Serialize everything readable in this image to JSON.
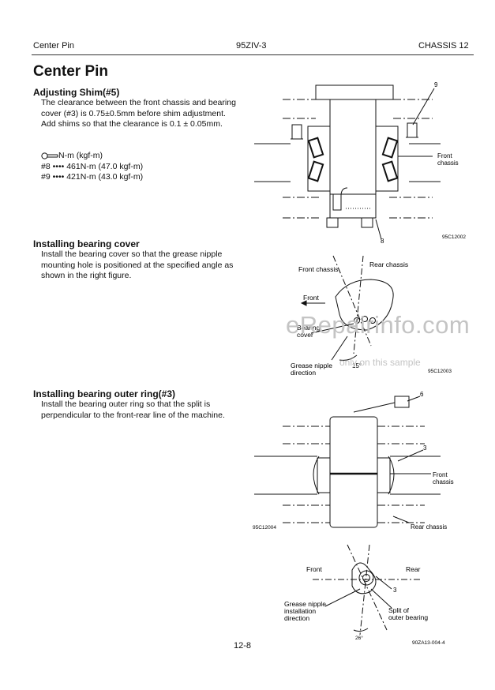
{
  "header": {
    "left": "Center Pin",
    "center": "95ZIV-3",
    "right": "CHASSIS 12"
  },
  "title": "Center Pin",
  "sections": {
    "shim": {
      "heading": "Adjusting Shim(#5)",
      "lines": [
        "The clearance between the front chassis and bearing",
        "cover (#3) is 0.75±0.5mm before shim adjustment.",
        "Add shims so that the clearance is 0.1 ± 0.05mm."
      ],
      "torque": {
        "unit": "N-m (kgf-m)",
        "item8": "#8 ••••  461N-m (47.0 kgf-m)",
        "item9": "#9 ••••  421N-m (43.0 kgf-m)"
      }
    },
    "cover": {
      "heading": "Installing bearing cover",
      "lines": [
        "Install the bearing cover so that the grease nipple",
        "mounting hole is positioned at the specified angle as",
        "shown in the right figure."
      ]
    },
    "outer": {
      "heading": "Installing bearing outer ring(#3)",
      "lines": [
        "Install the bearing outer ring so that the split is",
        "perpendicular to the front-rear line of the machine."
      ]
    }
  },
  "figures": {
    "fig1": {
      "callout9": "9",
      "callout8": "8",
      "front_chassis_1": "Front",
      "front_chassis_2": "chassis",
      "code": "95C12002"
    },
    "fig2": {
      "front_chassis": "Front chassis",
      "rear_chassis": "Rear chassis",
      "front": "Front",
      "bearing": "Bearing",
      "cover": "cover",
      "grease_1": "Grease nipple",
      "grease_2": "direction",
      "angle": "15°",
      "code": "95C12003"
    },
    "fig3": {
      "callout6": "6",
      "callout3": "3",
      "front_chassis_1": "Front",
      "front_chassis_2": "chassis",
      "rear_chassis": "Rear chassis",
      "code": "95C12004"
    },
    "fig4": {
      "front": "Front",
      "rear": "Rear",
      "callout3": "3",
      "grease_1": "Grease nipple",
      "grease_2": "installation",
      "grease_3": "direction",
      "split_1": "Split of",
      "split_2": "outer bearing",
      "angle": "26°",
      "code": "90ZA13-004-4"
    }
  },
  "watermark": {
    "main": "eRepairinfo.com",
    "sub": "only on this sample"
  },
  "page_number": "12-8"
}
